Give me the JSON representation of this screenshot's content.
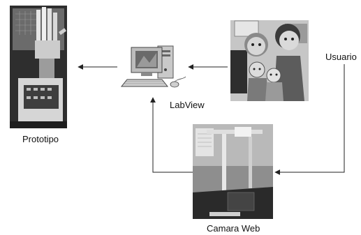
{
  "diagram": {
    "labels": {
      "prototype": "Prototipo",
      "labview": "LabView",
      "user": "Usuario",
      "webcam": "Camara Web"
    },
    "images": {
      "prototype": "robotic-hand-prototype-photo",
      "computer": "desktop-computer-illustration",
      "user": "cartoon-family-at-computer-illustration",
      "webcam": "webcam-test-setup-photo"
    },
    "colors": {
      "arrow": "#222222",
      "photo_dark": "#3a3a3a",
      "photo_mid": "#8a8a8a",
      "photo_light": "#d8d8d8"
    }
  }
}
